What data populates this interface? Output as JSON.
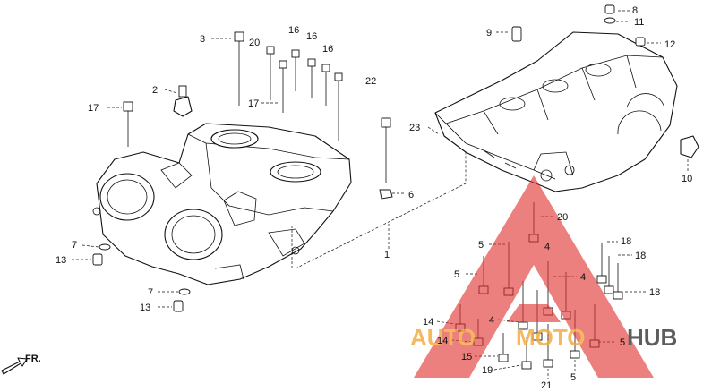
{
  "callouts": [
    {
      "id": "c3",
      "text": "3"
    },
    {
      "id": "c20a",
      "text": "20"
    },
    {
      "id": "c16a",
      "text": "16"
    },
    {
      "id": "c16b",
      "text": "16"
    },
    {
      "id": "c16c",
      "text": "16"
    },
    {
      "id": "c2",
      "text": "2"
    },
    {
      "id": "c17a",
      "text": "17"
    },
    {
      "id": "c17b",
      "text": "17"
    },
    {
      "id": "c22",
      "text": "22"
    },
    {
      "id": "c23",
      "text": "23"
    },
    {
      "id": "c9",
      "text": "9"
    },
    {
      "id": "c8",
      "text": "8"
    },
    {
      "id": "c11",
      "text": "11"
    },
    {
      "id": "c12",
      "text": "12"
    },
    {
      "id": "c10",
      "text": "10"
    },
    {
      "id": "c6",
      "text": "6"
    },
    {
      "id": "c1",
      "text": "1"
    },
    {
      "id": "c7a",
      "text": "7"
    },
    {
      "id": "c13a",
      "text": "13"
    },
    {
      "id": "c7b",
      "text": "7"
    },
    {
      "id": "c13b",
      "text": "13"
    },
    {
      "id": "c20b",
      "text": "20"
    },
    {
      "id": "c5a",
      "text": "5"
    },
    {
      "id": "c4a",
      "text": "4"
    },
    {
      "id": "c5b",
      "text": "5"
    },
    {
      "id": "c4b",
      "text": "4"
    },
    {
      "id": "c18a",
      "text": "18"
    },
    {
      "id": "c18b",
      "text": "18"
    },
    {
      "id": "c18c",
      "text": "18"
    },
    {
      "id": "c14a",
      "text": "14"
    },
    {
      "id": "c4c",
      "text": "4"
    },
    {
      "id": "c14b",
      "text": "14"
    },
    {
      "id": "c15",
      "text": "15"
    },
    {
      "id": "c19",
      "text": "19"
    },
    {
      "id": "c21",
      "text": "21"
    },
    {
      "id": "c5c",
      "text": "5"
    },
    {
      "id": "c5d",
      "text": "5"
    }
  ],
  "direction_label": "FR.",
  "watermark": {
    "text_a": "AUTO",
    "text_b": "MOTO",
    "text_c": "HUB",
    "color_red": "#e0312e",
    "color_orange": "#f2a93b",
    "color_dark": "#3a3a3a"
  }
}
